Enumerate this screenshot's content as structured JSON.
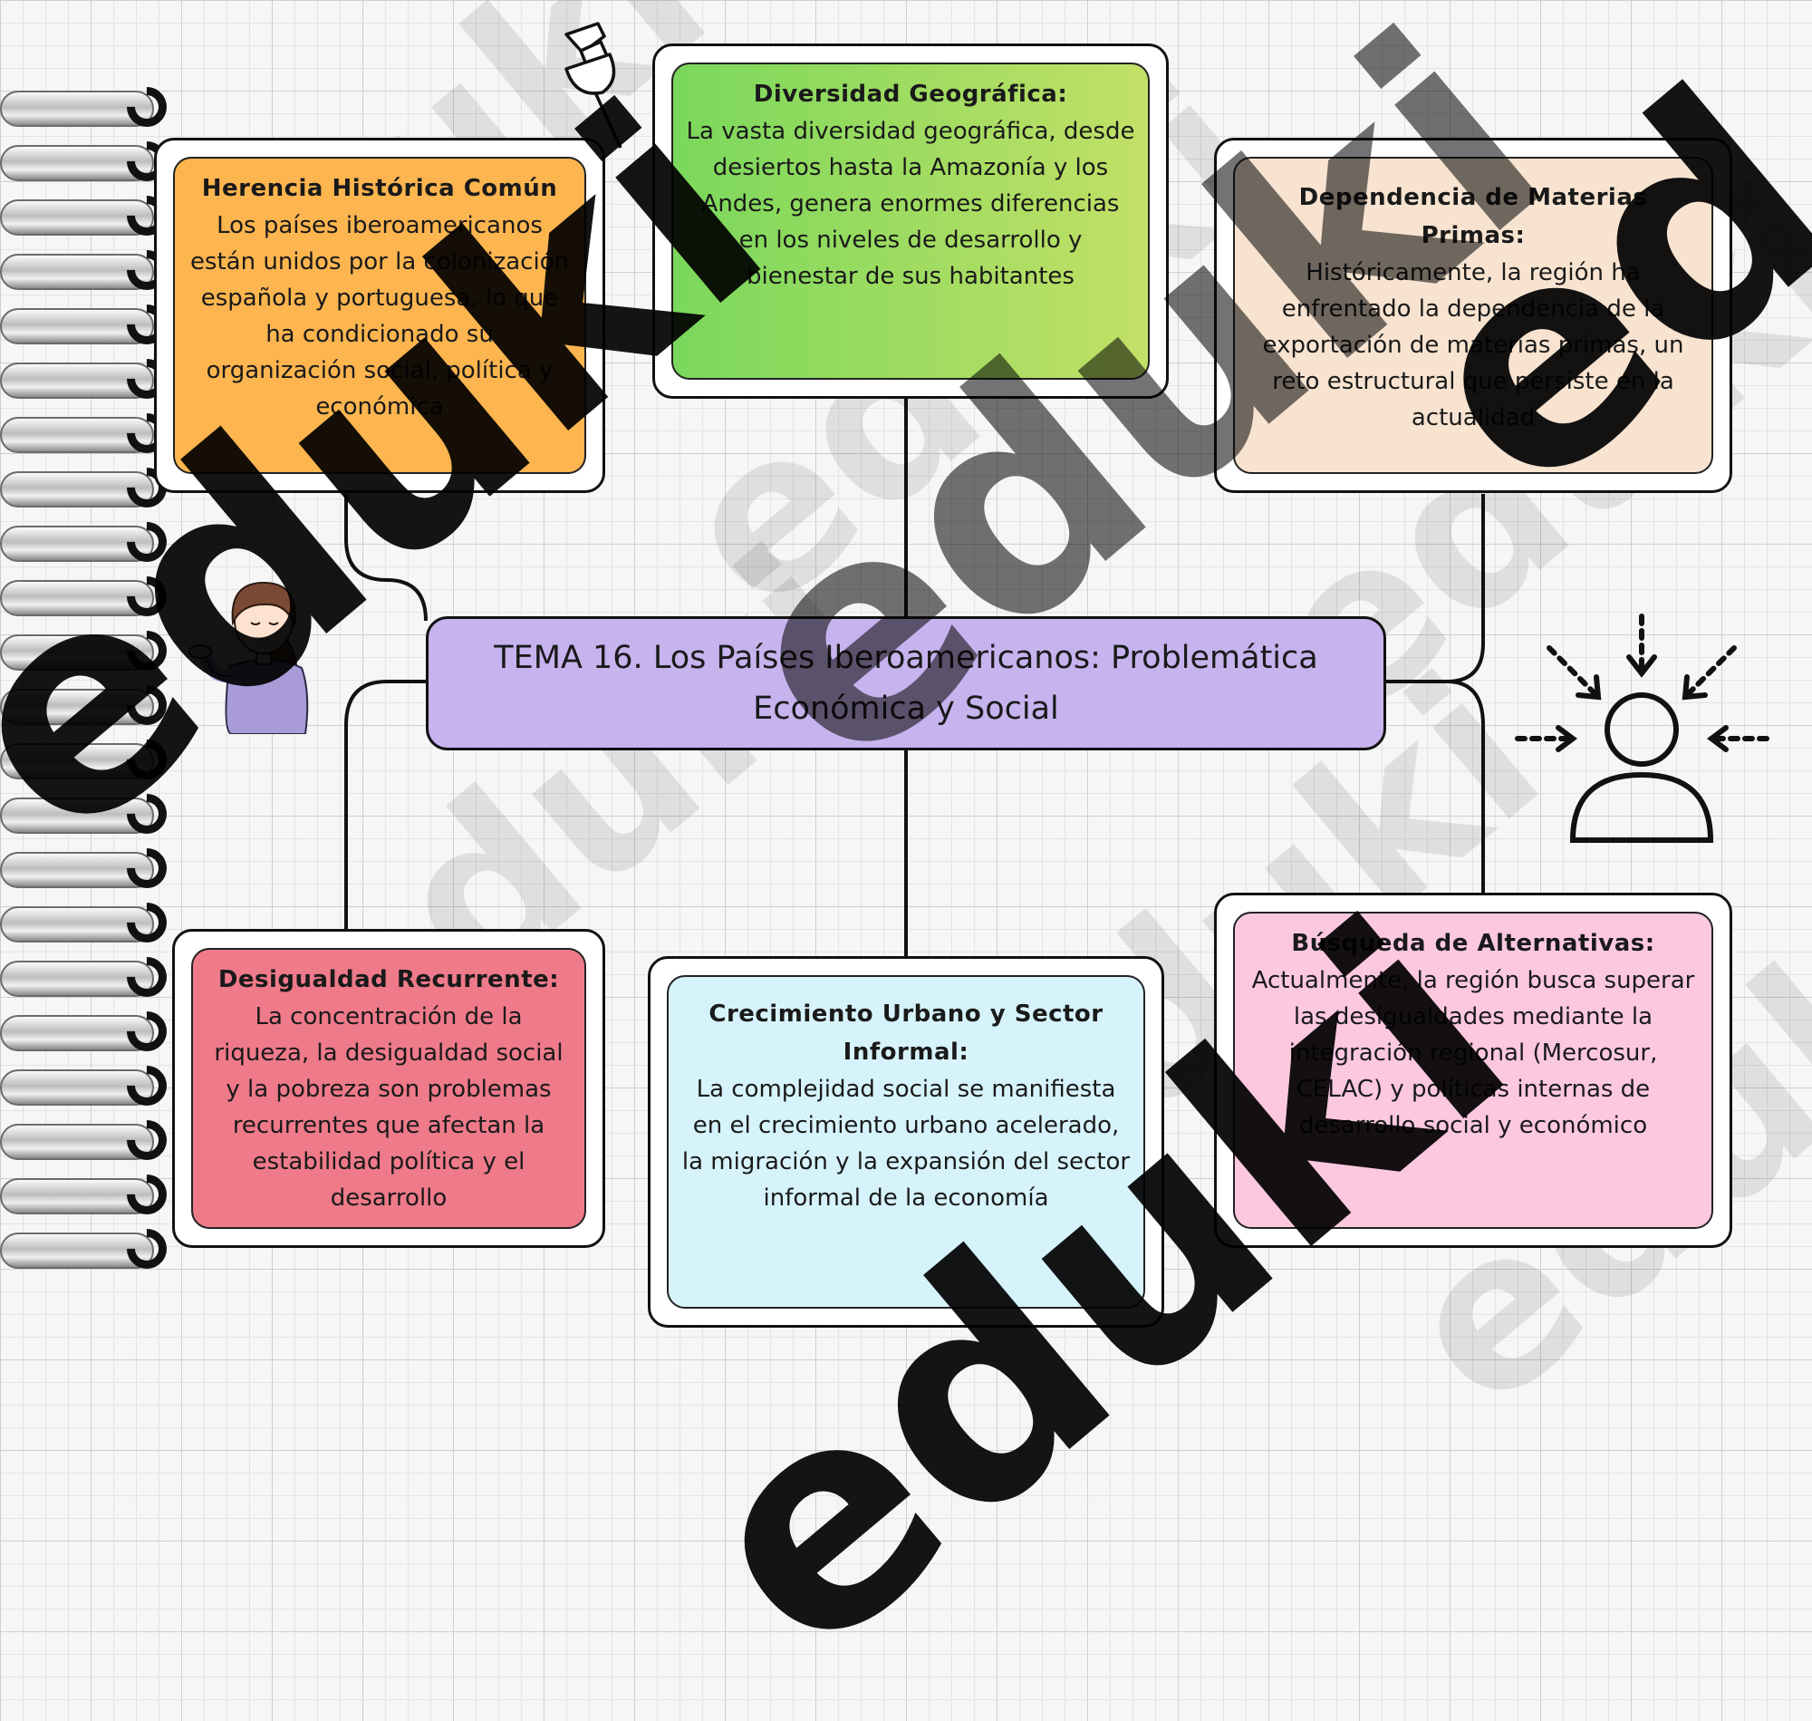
{
  "central": {
    "line1": "TEMA 16. Los Países Iberoamericanos: Problemática",
    "line2": "Económica y Social"
  },
  "cards": {
    "herencia": {
      "title": "Herencia Histórica Común",
      "body": "Los países iberoamericanos están unidos por la colonización española y portuguesa, lo que ha condicionado su organización social, política y económica"
    },
    "diversidad": {
      "title": "Diversidad Geográfica:",
      "body": "La vasta diversidad geográfica, desde desiertos hasta la Amazonía y los Andes, genera enormes diferencias en los niveles de desarrollo y bienestar de sus habitantes"
    },
    "dependencia": {
      "title": "Dependencia de Materias Primas:",
      "body": "Históricamente, la región ha enfrentado la dependencia de la exportación de materias primas, un reto estructural que persiste en la actualidad"
    },
    "desigualdad": {
      "title": "Desigualdad Recurrente:",
      "body": "La concentración de la riqueza, la desigualdad social y la pobreza son problemas recurrentes que afectan la estabilidad política y el desarrollo"
    },
    "crecimiento": {
      "title": "Crecimiento Urbano y Sector Informal:",
      "body": "La complejidad social se manifiesta en el crecimiento urbano acelerado, la migración y la expansión del sector informal de la economía"
    },
    "busqueda": {
      "title": "Búsqueda de Alternativas:",
      "body": "Actualmente, la región busca superar las desigualdades mediante la integración regional (Mercosur, CELAC) y políticas internas de desarrollo social y económico"
    }
  },
  "colors": {
    "herencia": "#fdb54f",
    "diversidad": "#8ed85a",
    "dependencia": "#f7e3d0",
    "desigualdad": "#ee7a8a",
    "crecimiento": "#d6f3fb",
    "busqueda": "#fcc8e0",
    "central": "#c7b3ee"
  },
  "icons": [
    "pushpin-icon",
    "girl-presenting-illustration",
    "focus-person-icon",
    "spiral-binding"
  ],
  "watermark": "eduki"
}
